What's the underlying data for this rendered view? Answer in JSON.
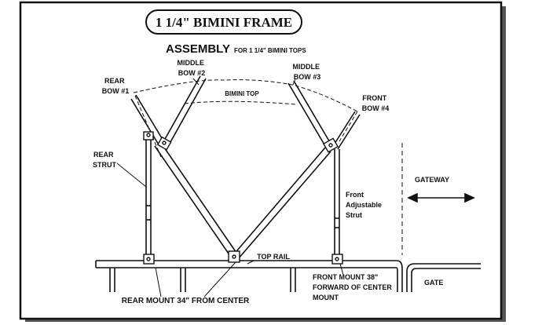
{
  "title": "1 1/4\" BIMINI FRAME",
  "heading": {
    "main": "ASSEMBLY",
    "sub": "FOR 1 1/4\" BIMINI TOPS"
  },
  "labels": {
    "rear_bow": [
      "REAR",
      "BOW #1"
    ],
    "middle_bow_2": [
      "MIDDLE",
      "BOW #2"
    ],
    "middle_bow_3": [
      "MIDDLE",
      "BOW #3"
    ],
    "front_bow": [
      "FRONT",
      "BOW #4"
    ],
    "bimini_top": "BIMINI TOP",
    "rear_strut": [
      "REAR",
      "STRUT"
    ],
    "gateway": "GATEWAY",
    "front_strut": [
      "Front",
      "Adjustable",
      "Strut"
    ],
    "top_rail": "TOP RAIL",
    "front_mount": [
      "FRONT MOUNT 38\"",
      "FORWARD OF CENTER",
      "MOUNT"
    ],
    "gate": "GATE",
    "rear_mount": "REAR MOUNT 34\" FROM CENTER"
  },
  "colors": {
    "ink": "#111111",
    "background": "#ffffff",
    "shadow": "#555555"
  }
}
